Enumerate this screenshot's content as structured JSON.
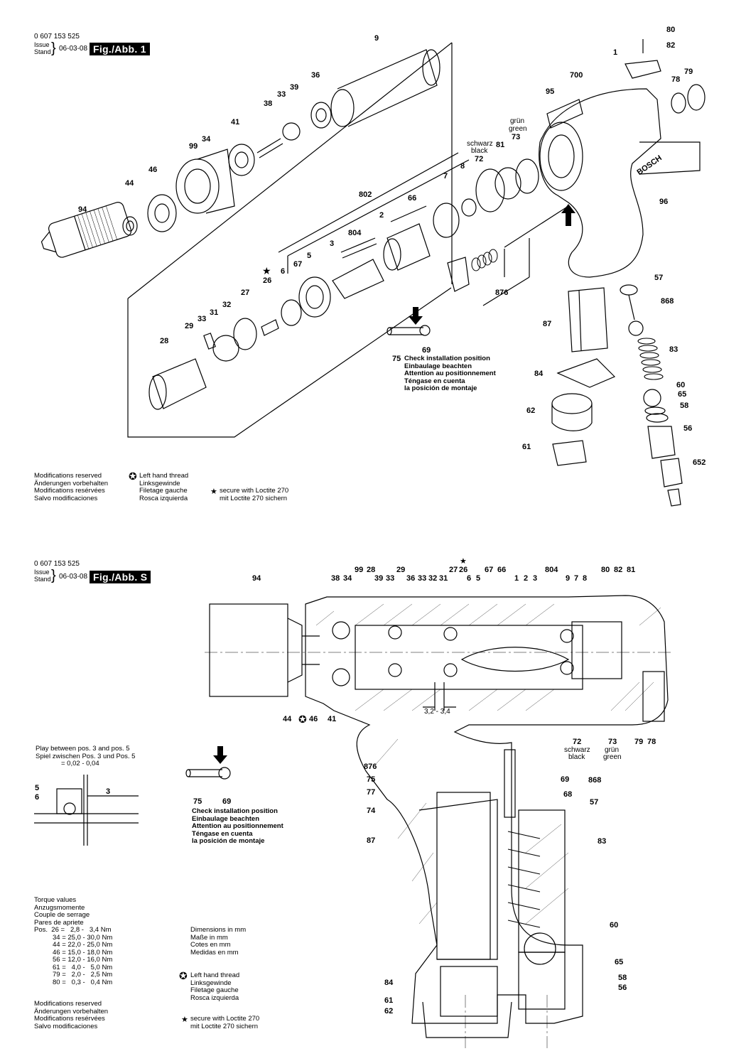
{
  "fig1": {
    "part_no": "0 607 153 525",
    "issue": "Issue",
    "stand": "Stand",
    "date": "06-03-08",
    "title": "Fig./Abb. 1",
    "callouts": [
      "80",
      "82",
      "1",
      "79",
      "78",
      "700",
      "95",
      "grün",
      "green",
      "73",
      "schwarz",
      "black",
      "72",
      "81",
      "8",
      "7",
      "96",
      "9",
      "36",
      "39",
      "33",
      "38",
      "41",
      "34",
      "99",
      "46",
      "44",
      "94",
      "802",
      "66",
      "2",
      "804",
      "3",
      "5",
      "67",
      "6",
      "26",
      "27",
      "32",
      "31",
      "33",
      "29",
      "28",
      "876",
      "57",
      "868",
      "87",
      "83",
      "84",
      "60",
      "65",
      "58",
      "62",
      "56",
      "61",
      "652",
      "75",
      "69"
    ],
    "check_note": [
      "Check installation position",
      "Einbaulage beachten",
      "Attention au positionnement",
      "Téngase en cuenta",
      "la posición de montaje"
    ],
    "mods": [
      "Modifications reserved",
      "Änderungen vorbehalten",
      "Modifications resérvées",
      "Salvo modificaciones"
    ],
    "lefthand": [
      "Left hand thread",
      "Linksgewinde",
      "Filetage gauche",
      "Rosca izquierda"
    ],
    "loctite": [
      "secure with Loctite 270",
      "mit Loctite 270 sichern"
    ]
  },
  "figS": {
    "part_no": "0 607 153 525",
    "issue": "Issue",
    "stand": "Stand",
    "date": "06-03-08",
    "title": "Fig./Abb. S",
    "top_labels": [
      "94",
      "38",
      "34",
      "99",
      "28",
      "39",
      "33",
      "29",
      "36",
      "33",
      "32",
      "31",
      "27",
      "26",
      "6",
      "5",
      "67",
      "66",
      "1",
      "2",
      "3",
      "804",
      "9",
      "7",
      "8",
      "80",
      "82",
      "81"
    ],
    "play": [
      "Play between pos. 3 and pos. 5",
      "Spiel zwischen Pos. 3 und Pos. 5",
      "= 0,02 - 0,04"
    ],
    "gap": "3,2 - 3,4",
    "bottom_labels": [
      "44",
      "46",
      "41",
      "72",
      "schwarz",
      "black",
      "73",
      "grün",
      "green",
      "79",
      "78"
    ],
    "side_labels": [
      "876",
      "75",
      "77",
      "74",
      "87",
      "69",
      "868",
      "68",
      "57",
      "83",
      "60",
      "65",
      "84",
      "61",
      "62",
      "58",
      "56"
    ],
    "detail_labels": [
      "5",
      "6",
      "3"
    ],
    "check_note": [
      "Check installation position",
      "Einbaulage beachten",
      "Attention au positionnement",
      "Téngase en cuenta",
      "la posición de montaje"
    ],
    "torque_title": [
      "Torque values",
      "Anzugsmomente",
      "Couple de serrage",
      "Pares de apriete"
    ],
    "torque": [
      "Pos.  26 =   2,8 -   3,4 Nm",
      "34 = 25,0 - 30,0 Nm",
      "44 = 22,0 - 25,0 Nm",
      "46 = 15,0 - 18,0 Nm",
      "56 = 12,0 - 16,0 Nm",
      "61 =   4,0 -   5,0 Nm",
      "79 =   2,0 -   2,5 Nm",
      "80 =   0,3 -   0,4 Nm"
    ],
    "dims": [
      "Dimensions in mm",
      "Maße in mm",
      "Cotes en mm",
      "Medidas en mm"
    ],
    "lefthand": [
      "Left hand thread",
      "Linksgewinde",
      "Filetage gauche",
      "Rosca izquierda"
    ],
    "mods": [
      "Modifications reserved",
      "Änderungen vorbehalten",
      "Modifications resérvées",
      "Salvo modificaciones"
    ],
    "loctite": [
      "secure with Loctite 270",
      "mit Loctite 270 sichern"
    ]
  },
  "brand": "BOSCH",
  "icons": {
    "left_hand": "left-hand-thread-icon",
    "star": "loctite-star-icon",
    "arrow": "install-arrow-icon"
  }
}
